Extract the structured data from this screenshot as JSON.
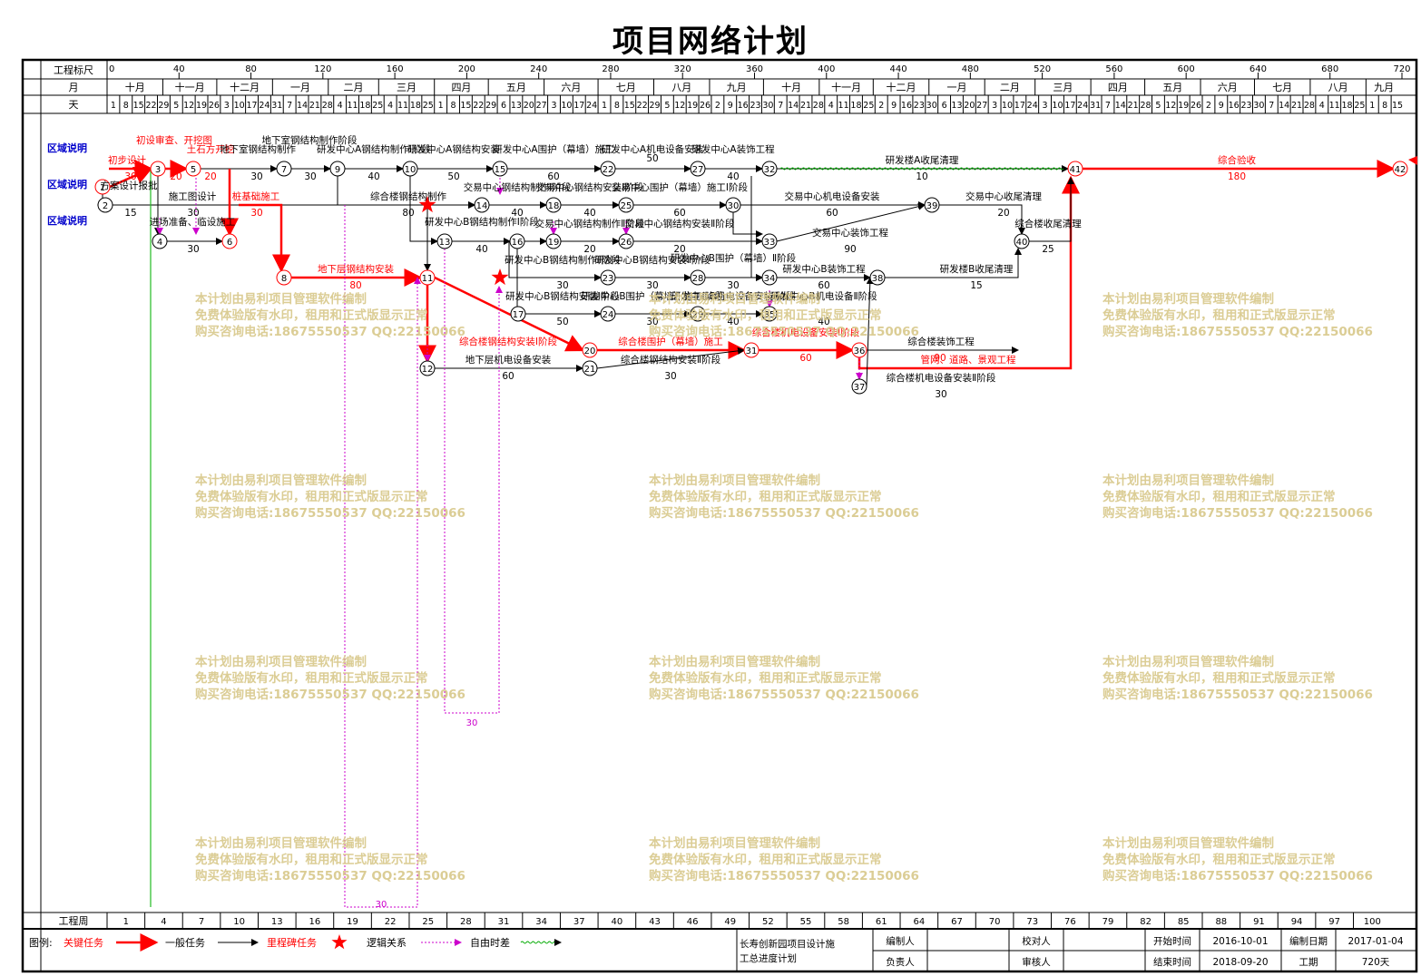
{
  "title": "项目网络计划",
  "header": {
    "scale_label": "工程标尺",
    "month_label": "月",
    "day_label": "天",
    "week_label": "工程周",
    "scale_ticks": [
      "0",
      "40",
      "80",
      "120",
      "160",
      "200",
      "240",
      "280",
      "320",
      "360",
      "400",
      "440",
      "480",
      "520",
      "560",
      "600",
      "640",
      "680",
      "720"
    ],
    "months": [
      "十月",
      "十一月",
      "十二月",
      "一月",
      "二月",
      "三月",
      "四月",
      "五月",
      "六月",
      "七月",
      "八月",
      "九月",
      "十月",
      "十一月",
      "十二月",
      "一月",
      "二月",
      "三月",
      "四月",
      "五月",
      "六月",
      "七月",
      "八月",
      "九月"
    ],
    "days": [
      "1",
      "8",
      "15",
      "22",
      "29",
      "5",
      "12",
      "19",
      "26",
      "3",
      "10",
      "17",
      "24",
      "31",
      "7",
      "14",
      "21",
      "28",
      "4",
      "11",
      "18",
      "25",
      "4",
      "11",
      "18",
      "25",
      "1",
      "8",
      "15",
      "22",
      "29",
      "6",
      "13",
      "20",
      "27",
      "3",
      "10",
      "17",
      "24",
      "1",
      "8",
      "15",
      "22",
      "29",
      "5",
      "12",
      "19",
      "26",
      "2",
      "9",
      "16",
      "23",
      "30",
      "7",
      "14",
      "21",
      "28",
      "4",
      "11",
      "18",
      "25",
      "2",
      "9",
      "16",
      "23",
      "30",
      "6",
      "13",
      "20",
      "27",
      "3",
      "10",
      "17",
      "24",
      "3",
      "10",
      "17",
      "24",
      "31",
      "7",
      "14",
      "21",
      "28",
      "5",
      "12",
      "19",
      "26",
      "2",
      "9",
      "16",
      "23",
      "30",
      "7",
      "14",
      "21",
      "28",
      "4",
      "11",
      "18",
      "25",
      "1",
      "8",
      "15"
    ],
    "weeks": [
      "1",
      "4",
      "7",
      "10",
      "13",
      "16",
      "19",
      "22",
      "25",
      "28",
      "31",
      "34",
      "37",
      "40",
      "43",
      "46",
      "49",
      "52",
      "55",
      "58",
      "61",
      "64",
      "67",
      "70",
      "73",
      "76",
      "79",
      "82",
      "85",
      "88",
      "91",
      "94",
      "97",
      "100"
    ]
  },
  "region_labels": [
    "区域说明",
    "区域说明",
    "区域说明"
  ],
  "colors": {
    "critical": "#ff0000",
    "normal": "#000000",
    "logic": "#cc00cc",
    "float": "#00aa00",
    "region": "#0000cc",
    "watermark": "#d8c88a"
  },
  "nodes": [
    "1",
    "2",
    "3",
    "4",
    "5",
    "6",
    "7",
    "8",
    "9",
    "10",
    "11",
    "12",
    "13",
    "14",
    "15",
    "16",
    "17",
    "18",
    "19",
    "20",
    "21",
    "22",
    "23",
    "24",
    "25",
    "26",
    "27",
    "28",
    "29",
    "30",
    "31",
    "32",
    "33",
    "34",
    "35",
    "36",
    "37",
    "38",
    "39",
    "40",
    "41",
    "42"
  ],
  "tasks": [
    {
      "name": "初步设计",
      "dur": "30",
      "critical": true
    },
    {
      "name": "方案设计报批",
      "dur": "15",
      "critical": false
    },
    {
      "name": "初设审查、开挖图",
      "dur": "20",
      "critical": true
    },
    {
      "name": "土石方开挖",
      "dur": "20",
      "critical": true
    },
    {
      "name": "施工图设计",
      "dur": "30",
      "critical": false
    },
    {
      "name": "进场准备、临设施工",
      "dur": "30",
      "critical": false
    },
    {
      "name": "桩基础施工",
      "dur": "30",
      "critical": true
    },
    {
      "name": "地下室钢结构制作",
      "dur": "30",
      "critical": false
    },
    {
      "name": "地下室钢结构制作阶段",
      "dur": "30",
      "critical": false
    },
    {
      "name": "研发中心A钢结构制作Ⅰ阶段",
      "dur": "40",
      "critical": false
    },
    {
      "name": "研发中心A钢结构安装",
      "dur": "50",
      "critical": false
    },
    {
      "name": "综合楼钢结构制作",
      "dur": "80",
      "critical": false
    },
    {
      "name": "地下层钢结构安装",
      "dur": "80",
      "critical": true
    },
    {
      "name": "研发中心A围护（幕墙）施工",
      "dur": "60",
      "critical": false
    },
    {
      "name": "研发中心A机电设备安装",
      "dur": "50",
      "critical": false
    },
    {
      "name": "研发中心A装饰工程",
      "dur": "40",
      "critical": false
    },
    {
      "name": "研发楼A收尾清理",
      "dur": "10",
      "critical": false
    },
    {
      "name": "综合验收",
      "dur": "180",
      "critical": true
    },
    {
      "name": "交易中心钢结构制作Ⅰ阶段",
      "dur": "40",
      "critical": false
    },
    {
      "name": "交易中心钢结构安装Ⅰ阶段",
      "dur": "40",
      "critical": false
    },
    {
      "name": "交易中心围护（幕墙）施工Ⅰ阶段",
      "dur": "60",
      "critical": false
    },
    {
      "name": "交易中心机电设备安装",
      "dur": "60",
      "critical": false
    },
    {
      "name": "交易中心收尾清理",
      "dur": "20",
      "critical": false
    },
    {
      "name": "研发中心B钢结构制作Ⅰ阶段",
      "dur": "40",
      "critical": false
    },
    {
      "name": "交易中心钢结构制作Ⅱ阶段",
      "dur": "20",
      "critical": false
    },
    {
      "name": "交易中心钢结构安装Ⅱ阶段",
      "dur": "20",
      "critical": false
    },
    {
      "name": "交易中心装饰工程",
      "dur": "90",
      "critical": false
    },
    {
      "name": "综合楼收尾清理",
      "dur": "25",
      "critical": false
    },
    {
      "name": "研发中心B钢结构制作Ⅱ阶段",
      "dur": "30",
      "critical": false
    },
    {
      "name": "研发中心B钢结构安装Ⅱ阶段",
      "dur": "30",
      "critical": false
    },
    {
      "name": "研发中心B围护（幕墙）Ⅱ阶段",
      "dur": "30",
      "critical": false
    },
    {
      "name": "研发中心B装饰工程",
      "dur": "60",
      "critical": false
    },
    {
      "name": "研发楼B收尾清理",
      "dur": "15",
      "critical": false
    },
    {
      "name": "研发中心B钢结构安装Ⅰ阶段",
      "dur": "50",
      "critical": false
    },
    {
      "name": "研发中心B围护（幕墙）施工Ⅰ阶段",
      "dur": "30",
      "critical": false
    },
    {
      "name": "研发中心B机电设备安装Ⅰ阶段",
      "dur": "40",
      "critical": false
    },
    {
      "name": "研发中心B机电设备Ⅱ阶段",
      "dur": "40",
      "critical": false
    },
    {
      "name": "综合楼钢结构安装Ⅰ阶段",
      "dur": "",
      "critical": true
    },
    {
      "name": "综合楼围护（幕墙）施工",
      "dur": "",
      "critical": true
    },
    {
      "name": "综合楼机电设备安装Ⅰ阶段",
      "dur": "60",
      "critical": true
    },
    {
      "name": "综合楼装饰工程",
      "dur": "",
      "critical": false
    },
    {
      "name": "管网、道路、景观工程",
      "dur": "90",
      "critical": true
    },
    {
      "name": "地下层机电设备安装",
      "dur": "60",
      "critical": false
    },
    {
      "name": "综合楼钢结构安装Ⅱ阶段",
      "dur": "30",
      "critical": false
    },
    {
      "name": "综合楼机电设备安装Ⅱ阶段",
      "dur": "30",
      "critical": false
    }
  ],
  "extra_durations": [
    "30",
    "30",
    "50"
  ],
  "watermark": [
    "本计划由易利项目管理软件编制",
    "免费体验版有水印，租用和正式版显示正常",
    "购买咨询电话:18675550537 QQ:22150066"
  ],
  "legend": {
    "label": "图例:",
    "critical": "关键任务",
    "normal": "一般任务",
    "milestone": "里程碑任务",
    "logic": "逻辑关系",
    "float": "自由时差"
  },
  "info": {
    "project": "长寿创新园项目设计施工总进度计划",
    "editor_label": "编制人",
    "checker_label": "校对人",
    "owner_label": "负责人",
    "reviewer_label": "审核人",
    "start_label": "开始时间",
    "start": "2016-10-01",
    "end_label": "结束时间",
    "end": "2018-09-20",
    "date_label": "编制日期",
    "date": "2017-01-04",
    "period_label": "工期",
    "period": "720天"
  }
}
